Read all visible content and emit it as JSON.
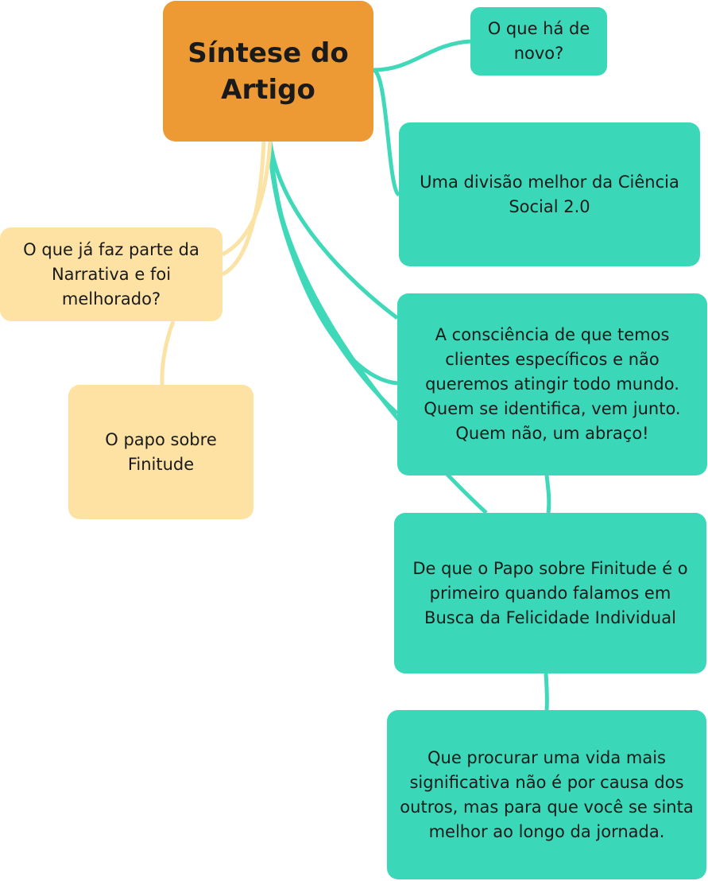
{
  "central": {
    "title": "Síntese do Artigo"
  },
  "branches": [
    {
      "id": "new",
      "text": "O que há de novo?"
    },
    {
      "id": "divisao",
      "text": "Uma divisão melhor da Ciência Social 2.0"
    },
    {
      "id": "consc",
      "text": "A consciência de que temos clientes específicos e não queremos atingir todo mundo. Quem se identifica, vem junto. Quem não, um abraço!"
    },
    {
      "id": "papo1",
      "text": "De que o Papo sobre Finitude é o primeiro quando falamos em Busca da Felicidade Individual"
    },
    {
      "id": "vida",
      "text": "Que procurar uma vida mais significativa não é por causa dos outros, mas para que você se sinta melhor ao longo da jornada."
    },
    {
      "id": "narr",
      "text": "O que já faz parte da Narrativa e foi melhorado?"
    },
    {
      "id": "finit",
      "text": "O papo sobre Finitude"
    }
  ],
  "colors": {
    "central_fill": "#ed9a35",
    "teal_fill": "#3ad8b8",
    "teal_line": "#3fd9ba",
    "sand_fill": "#fde2a4",
    "sand_line": "#fbe3a6",
    "text": "#1a1a1a"
  }
}
